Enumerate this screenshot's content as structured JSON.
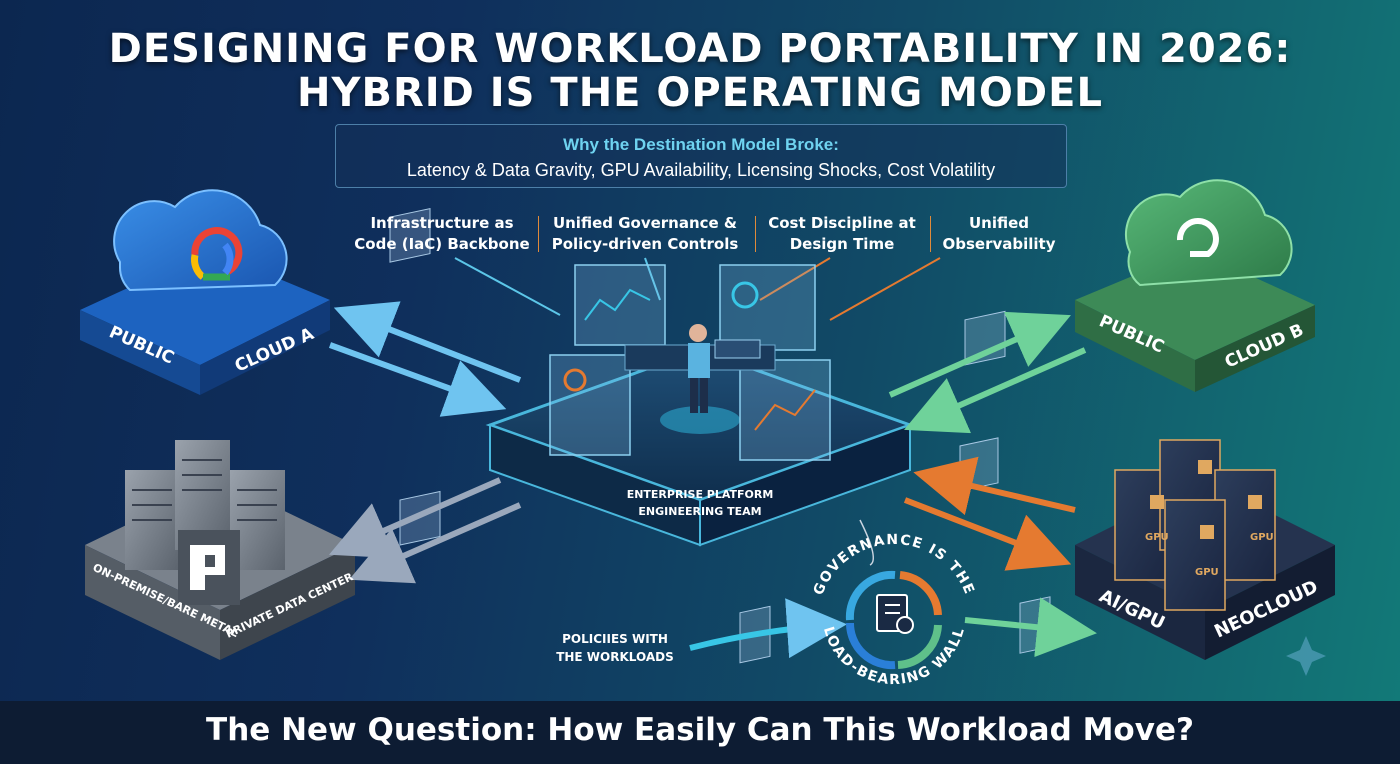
{
  "title": {
    "line1": "DESIGNING FOR WORKLOAD PORTABILITY IN 2026:",
    "line2": "HYBRID IS THE OPERATING MODEL"
  },
  "why_box": {
    "heading": "Why the Destination Model Broke:",
    "items": "Latency & Data Gravity,  GPU Availability,  Licensing Shocks,  Cost Volatility"
  },
  "pillars": [
    {
      "line1": "Infrastructure as",
      "line2": "Code (IaC) Backbone"
    },
    {
      "line1": "Unified Governance &",
      "line2": "Policy-driven Controls"
    },
    {
      "line1": "Cost Discipline at",
      "line2": "Design Time"
    },
    {
      "line1": "Unified",
      "line2": "Observability"
    }
  ],
  "nodes": {
    "cloud_a": {
      "left": "PUBLIC",
      "right": "CLOUD A"
    },
    "cloud_b": {
      "left": "PUBLIC",
      "right": "CLOUD B"
    },
    "on_prem": {
      "left": "ON-PREMISE/BARE METAL",
      "right": "PRIVATE DATA CENTER"
    },
    "gpu": {
      "left": "AI/GPU",
      "right": "NEOCLOUD"
    }
  },
  "center": {
    "line1": "ENTERPRISE PLATFORM",
    "line2": "ENGINEERING TEAM"
  },
  "governance": {
    "top": "GOVERNANCE IS THE",
    "bottom": "LOAD-BEARING WALL"
  },
  "policies": {
    "line1": "POLICIIES WITH",
    "line2": "THE WORKLOADS"
  },
  "gpu_chip_label": "GPU",
  "bottom_question": "The New Question: How Easily Can This Workload Move?",
  "colors": {
    "cloud_a_blue": "#2a7fd8",
    "cloud_b_green": "#3f9a5e",
    "accent_orange": "#e57a30",
    "accent_cyan": "#38c6e6",
    "governance_green": "#5fc08a"
  }
}
